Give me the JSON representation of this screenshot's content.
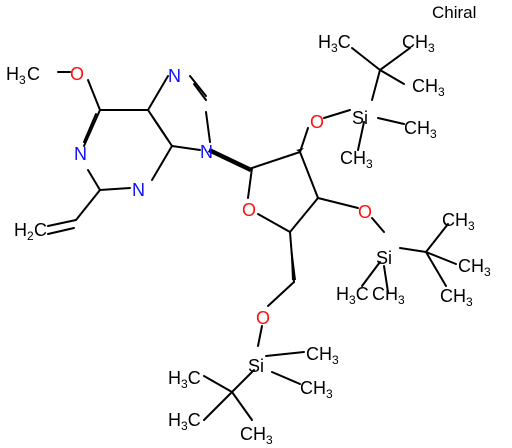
{
  "chiral_label": "Chiral",
  "colors": {
    "bond": "#000000",
    "nitrogen": "#1010ff",
    "oxygen": "#ff1010",
    "silicon": "#000000",
    "carbon": "#000000"
  },
  "labels": {
    "methoxy": {
      "h": "H",
      "sub": "3",
      "rest": "C–O"
    },
    "o_methoxy": "O",
    "n_top": "N",
    "n9": "N",
    "n_ring_left": "N",
    "n_ring_bottom": "N",
    "vinyl_h": "H",
    "vinyl_sub": "2",
    "vinyl_c": "C",
    "o_ring": "O",
    "o2": "O",
    "o3": "O",
    "o5": "O",
    "si_top": "Si",
    "si_mid": "Si",
    "si_bot": "Si",
    "ch3": "CH",
    "ch3_sub": "3",
    "h3c": "H",
    "h3c_sub": "3",
    "h3c_c": "C"
  }
}
